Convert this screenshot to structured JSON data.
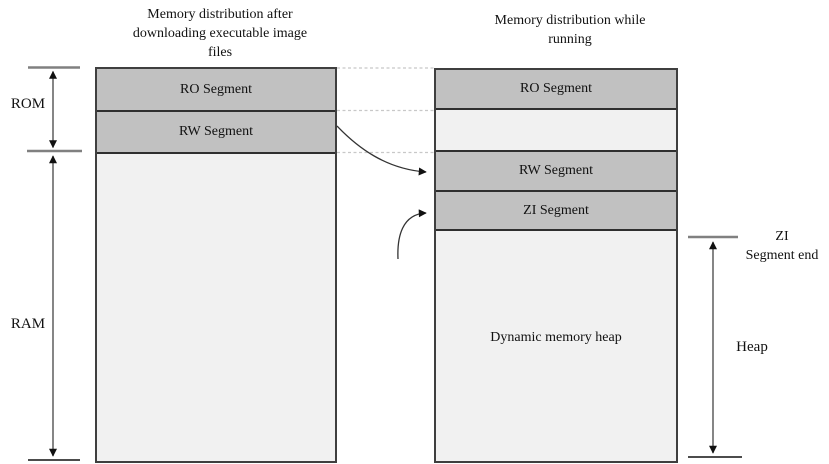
{
  "titles": {
    "left": "Memory distribution after downloading executable image files",
    "right": "Memory distribution while running"
  },
  "left_column": {
    "ro_label": "RO Segment",
    "rw_label": "RW Segment"
  },
  "right_column": {
    "ro_label": "RO Segment",
    "rw_label": "RW Segment",
    "zi_label": "ZI Segment",
    "heap_label": "Dynamic memory heap"
  },
  "side_labels": {
    "rom": "ROM",
    "ram": "RAM",
    "zi_end_line1": "ZI",
    "zi_end_line2": "Segment end",
    "heap": "Heap"
  },
  "colors": {
    "segment_fill": "#c1c1c1",
    "light_fill": "#f1f1f1",
    "box_border": "#3f3f3f",
    "divider": "#2f2f2f",
    "dashed_connector": "#c8c8c8",
    "tick_gray": "#808080",
    "tick_black": "#111111",
    "arrow": "#333333",
    "text": "#111111",
    "background": "#ffffff"
  }
}
